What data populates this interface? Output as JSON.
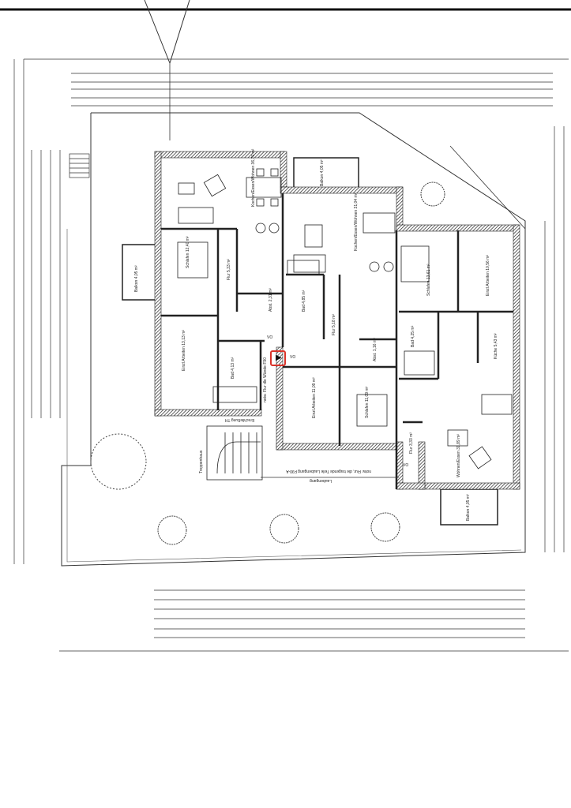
{
  "plan": {
    "rooms": [
      {
        "name": "Kochen/Essen/Wohnen",
        "area": "36,79 m²"
      },
      {
        "name": "Kochen/Essen/Wohnen",
        "area": "31,04 m²"
      },
      {
        "name": "Schlafen",
        "area": "12,40 m²"
      },
      {
        "name": "Flur",
        "area": "5,33 m²"
      },
      {
        "name": "Abst.",
        "area": "2,31 m²"
      },
      {
        "name": "Bad",
        "area": "4,85 m²"
      },
      {
        "name": "Flur",
        "area": "5,18 m²"
      },
      {
        "name": "Balkon",
        "area": "4,05 m²"
      },
      {
        "name": "Balkon",
        "area": "4,05 m²"
      },
      {
        "name": "Einzl.Arbeiten",
        "area": "13,13 m²"
      },
      {
        "name": "Bad",
        "area": "4,13 m²"
      },
      {
        "name": "Einzl.Arbeiten",
        "area": "11,09 m²"
      },
      {
        "name": "Schlafen",
        "area": "11,09 m²"
      },
      {
        "name": "Abst.",
        "area": "1,16 m²"
      },
      {
        "name": "Schlafen",
        "area": "13,61 m²"
      },
      {
        "name": "Einzl.Arbeiten",
        "area": "10,56 m²"
      },
      {
        "name": "Bad",
        "area": "4,25 m²"
      },
      {
        "name": "Küche",
        "area": "5,43 m²"
      },
      {
        "name": "Wohnen/Essen",
        "area": "31,89 m²"
      },
      {
        "name": "Flur",
        "area": "3,33 m²"
      },
      {
        "name": "Balkon",
        "area": "4,05 m²"
      }
    ],
    "labels": {
      "vo1": "VO",
      "vo2": "VO",
      "vo3": "VO",
      "corridor": "notw. Flur dle Wände F90",
      "gallery": "notw. Flur, die tragende Teile Laubengang F90-A",
      "laubengang": "Laubengang",
      "stairs": "Treppenhaus",
      "entrance": "Erschließung TH",
      "marker_symbol": "▶"
    },
    "colors": {
      "marker": "#d9342b",
      "wall": "#222222"
    }
  }
}
